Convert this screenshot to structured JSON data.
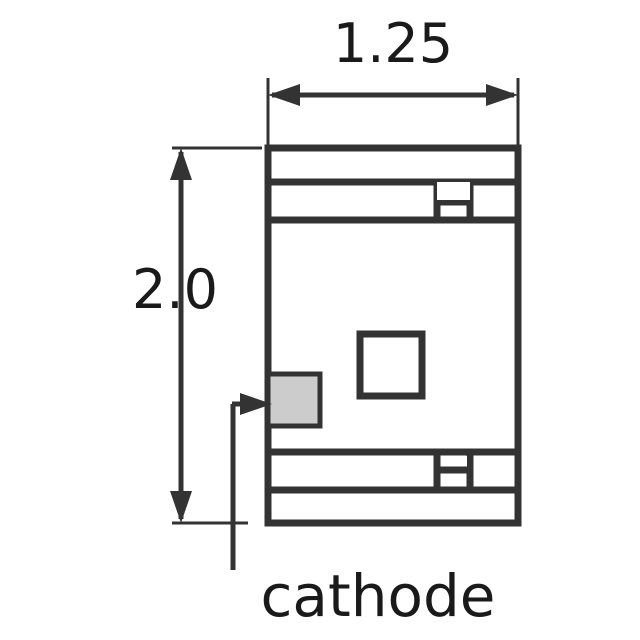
{
  "diagram": {
    "type": "mechanical-package-outline",
    "colors": {
      "outline": "#333333",
      "text": "#1a1a1a",
      "cathode_pad_fill": "#cccccc",
      "background": "#ffffff"
    },
    "dimensions": {
      "width_label": "1.25",
      "height_label": "2.0"
    },
    "annotations": {
      "cathode_label": "cathode"
    },
    "features": {
      "body_label": "package-body",
      "cathode_pad_label": "cathode-pad",
      "center_square_label": "center-square",
      "top_notch_label": "top-terminal-notch",
      "bottom_notch_label": "bottom-terminal-notch"
    }
  }
}
